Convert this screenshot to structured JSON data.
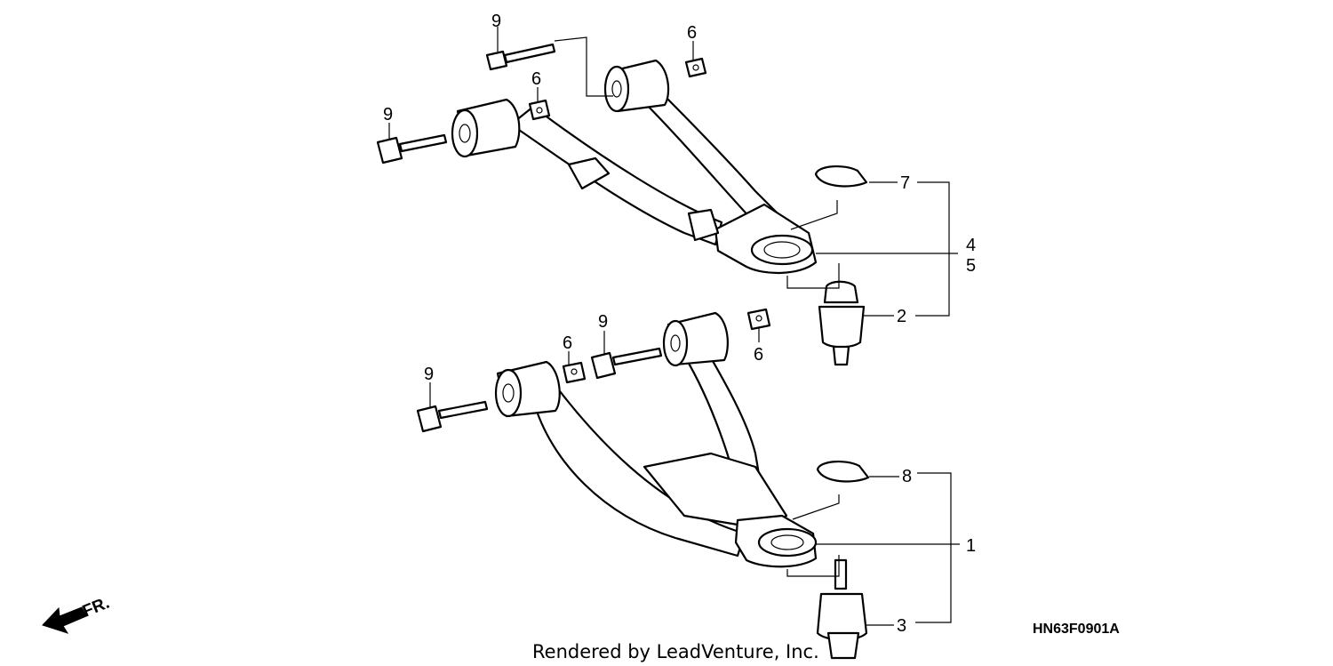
{
  "callouts": {
    "c9a": "9",
    "c6a": "6",
    "c6b": "6",
    "c9b": "9",
    "c7": "7",
    "c4": "4",
    "c5": "5",
    "c2": "2",
    "c9c": "9",
    "c6c": "6",
    "c6d": "6",
    "c9d": "9",
    "c8": "8",
    "c1": "1",
    "c3": "3"
  },
  "credit": "Rendered by LeadVenture, Inc.",
  "diagram_code": "HN63F0901A",
  "direction_label": "FR."
}
